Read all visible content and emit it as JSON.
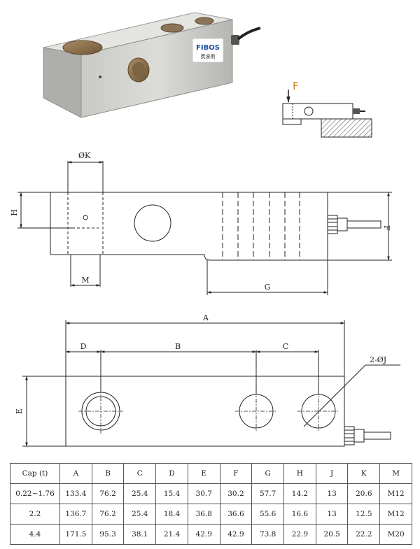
{
  "product": {
    "logo_text": "FIBOS",
    "logo_subtext": "费波斯"
  },
  "load_diagram": {
    "force_label": "F"
  },
  "side_view": {
    "dim_k": "ØK",
    "dim_h": "H",
    "dim_m": "M",
    "dim_f": "F",
    "dim_g": "G"
  },
  "top_view": {
    "dim_a": "A",
    "dim_b": "B",
    "dim_c": "C",
    "dim_d": "D",
    "dim_e": "E",
    "dim_j": "2-ØJ"
  },
  "spec_table": {
    "headers": [
      "Cap (t)",
      "A",
      "B",
      "C",
      "D",
      "E",
      "F",
      "G",
      "H",
      "J",
      "K",
      "M"
    ],
    "rows": [
      [
        "0.22~1.76",
        "133.4",
        "76.2",
        "25.4",
        "15.4",
        "30.7",
        "30.2",
        "57.7",
        "14.2",
        "13",
        "20.6",
        "M12"
      ],
      [
        "2.2",
        "136.7",
        "76.2",
        "25.4",
        "18.4",
        "36.8",
        "36.6",
        "55.6",
        "16.6",
        "13",
        "12.5",
        "M12"
      ],
      [
        "4.4",
        "171.5",
        "95.3",
        "38.1",
        "21.4",
        "42.9",
        "42.9",
        "73.8",
        "22.9",
        "20.5",
        "22.2",
        "M20"
      ]
    ]
  }
}
